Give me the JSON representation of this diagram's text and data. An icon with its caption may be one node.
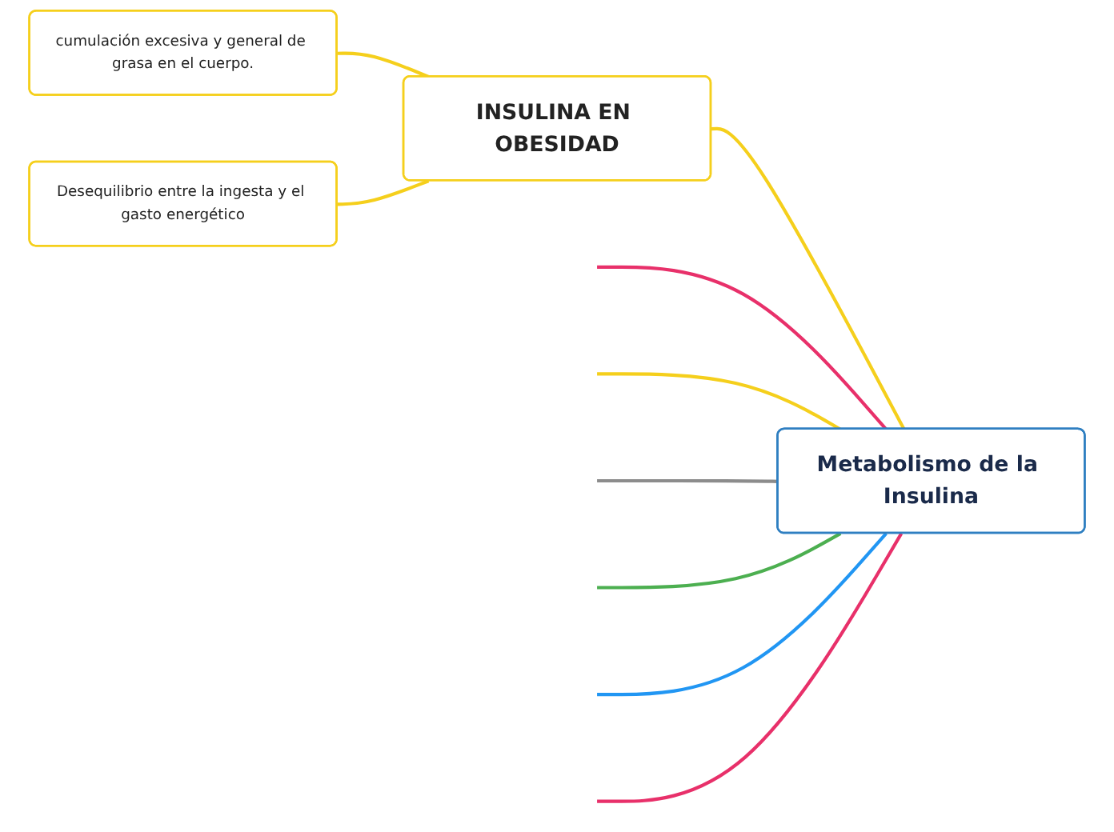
{
  "diagram": {
    "nodes": [
      {
        "text": [
          "Metabolismo de la Insulina"
        ]
      },
      {
        "text": [
          "INSULINA EN OBESIDAD"
        ]
      },
      {
        "text": [
          "cumulación excesiva y general de grasa en el cuerpo."
        ]
      },
      {
        "text": [
          "Desequilibrio entre la ingesta y el gasto energético"
        ]
      }
    ],
    "edges": [
      {
        "from": 0,
        "to": 1,
        "arrow": "none",
        "color": "#f5cf1c"
      },
      {
        "from": 1,
        "to": 2,
        "arrow": "none",
        "color": "#f5cf1c"
      },
      {
        "from": 1,
        "to": 3,
        "arrow": "none",
        "color": "#f5cf1c"
      },
      {
        "from": 0,
        "to": null,
        "arrow": "none",
        "color": "#e8306a"
      },
      {
        "from": 0,
        "to": null,
        "arrow": "none",
        "color": "#f5cf1c"
      },
      {
        "from": 0,
        "to": null,
        "arrow": "none",
        "color": "#8c8c8c"
      },
      {
        "from": 0,
        "to": null,
        "arrow": "none",
        "color": "#4caf50"
      },
      {
        "from": 0,
        "to": null,
        "arrow": "none",
        "color": "#2196f3"
      },
      {
        "from": 0,
        "to": null,
        "arrow": "none",
        "color": "#e8306a"
      }
    ]
  }
}
